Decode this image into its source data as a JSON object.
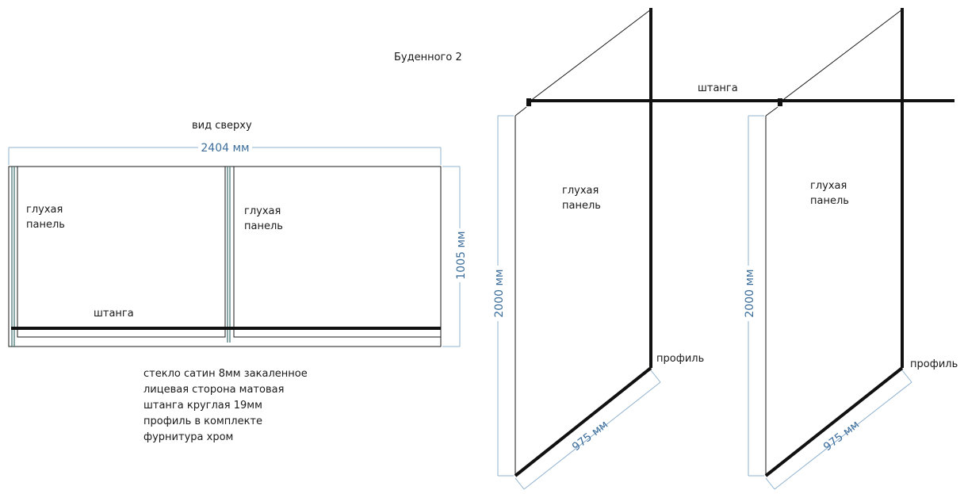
{
  "title": "Буденного 2",
  "top_view": {
    "caption": "вид сверху",
    "width_dim": "2404 мм",
    "depth_dim": "1005 мм",
    "panel_left": [
      "глухая",
      "панель"
    ],
    "panel_right": [
      "глухая",
      "панель"
    ],
    "rod": "штанга"
  },
  "specs": [
    "стекло сатин 8мм закаленное",
    "лицевая сторона матовая",
    "штанга круглая 19мм",
    "профиль в комплекте",
    "фурнитура хром"
  ],
  "elevation": {
    "rod": "штанга",
    "panels": [
      {
        "label": [
          "глухая",
          "панель"
        ],
        "height_dim": "2000 мм",
        "width_dim": "975 мм",
        "profile": "профиль"
      },
      {
        "label": [
          "глухая",
          "панель"
        ],
        "height_dim": "2000 мм",
        "width_dim": "975 мм",
        "profile": "профиль"
      }
    ]
  },
  "colors": {
    "line": "#111111",
    "dimension": "#3c6e9c",
    "dimension_line": "#8fb1cf",
    "glass_edge": "#3d6e6e"
  }
}
